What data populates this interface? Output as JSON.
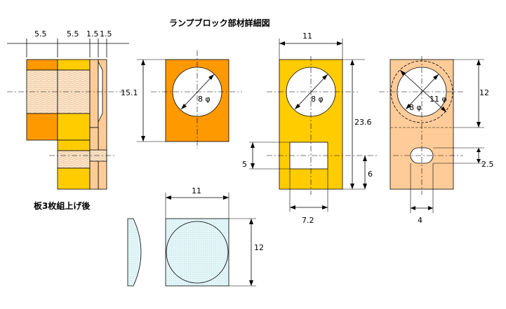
{
  "title": "ランプブロック部材詳細図",
  "caption": "板3枚組上げ後",
  "dims": {
    "side_w1": "5.5",
    "side_w2": "5.5",
    "side_w3": "1.5",
    "side_w4": "1.5",
    "front_h": "15.1",
    "front_hole": "8 φ",
    "mid_w": "11",
    "mid_hole": "8 φ",
    "mid_h": "23.6",
    "mid_win_h": "5",
    "mid_win_y": "6",
    "mid_win_w": "7.2",
    "right_hole_outer": "11 φ",
    "right_hole_inner": "8 φ",
    "right_top": "12",
    "right_slot_h": "2.5",
    "right_slot_w": "4",
    "lens_w": "11",
    "lens_h": "12"
  },
  "colors": {
    "orange_dark": "#FF9900",
    "yellow": "#FFCC00",
    "peach": "#FFCC99",
    "wood": "#FFE8CC",
    "lens": "#E2F6F8"
  }
}
